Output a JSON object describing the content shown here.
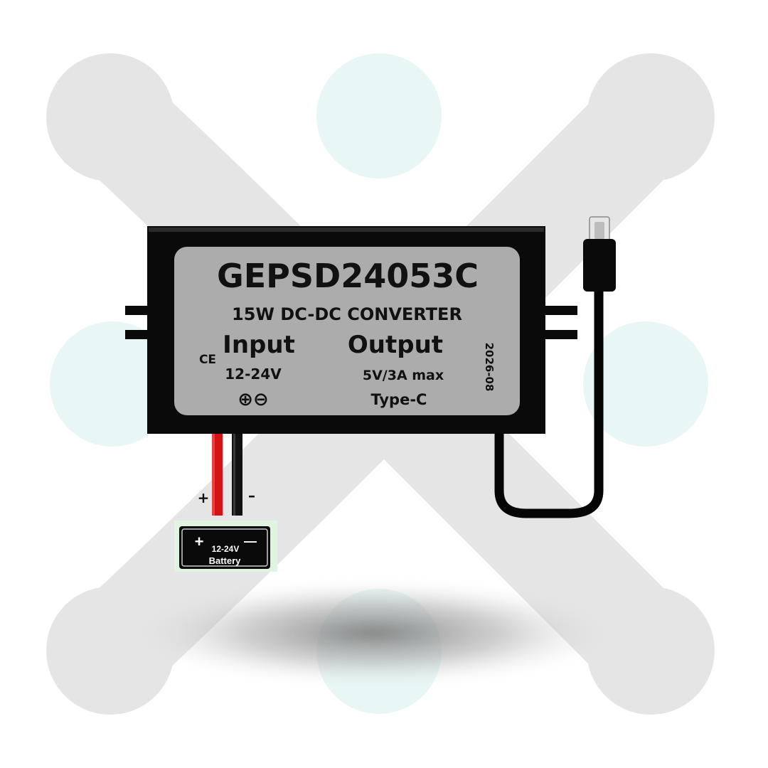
{
  "product": {
    "model": "GEPSD24053C",
    "description": "15W DC-DC CONVERTER",
    "input_heading": "Input",
    "input_voltage": "12-24V",
    "output_heading": "Output",
    "output_rating": "5V/3A max",
    "output_connector": "Type-C",
    "date_code": "2026-08",
    "ce_mark": "CE",
    "polarity_symbols": "⊕⊖"
  },
  "wires": {
    "positive_mark": "+",
    "negative_mark": "–"
  },
  "battery": {
    "plus": "+",
    "minus": "—",
    "voltage": "12-24V",
    "name": "Battery"
  },
  "colors": {
    "background": "#ffffff",
    "backdrop_gray": "#e5e5e5",
    "backdrop_mint": "#e8f6f5",
    "case": "#0a0a0a",
    "label": "#acacac",
    "red_wire": "#d41414",
    "battery_glow": "#dff5df"
  },
  "icons": [
    "ce-mark-icon",
    "polarity-icon",
    "usb-c-plug-icon",
    "battery-icon"
  ]
}
